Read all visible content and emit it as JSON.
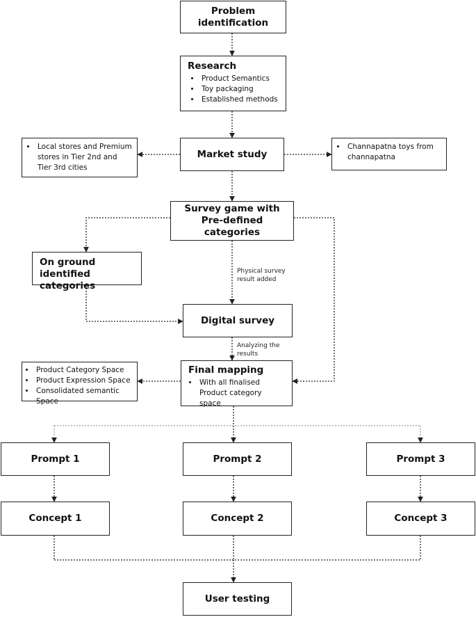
{
  "nodes": {
    "problem": "Problem identification",
    "research": {
      "title": "Research",
      "items": [
        "Product Semantics",
        "Toy packaging",
        "Established methods"
      ]
    },
    "market_study": "Market study",
    "local_stores_note": [
      "Local stores and Premium stores in Tier 2nd and Tier 3rd cities"
    ],
    "channapatna_note": [
      "Channapatna toys from channapatna"
    ],
    "survey_game": "Survey game with Pre-defined categories",
    "on_ground": "On ground identified categories",
    "digital_survey": "Digital survey",
    "final_mapping": {
      "title": "Final mapping",
      "items": [
        "With all finalised Product category space"
      ]
    },
    "spaces_note": [
      "Product Category Space",
      "Product Expression Space",
      "Consolidated semantic Space"
    ],
    "prompts": [
      "Prompt 1",
      "Prompt 2",
      "Prompt 3"
    ],
    "concepts": [
      "Concept 1",
      "Concept 2",
      "Concept 3"
    ],
    "user_testing": "User testing"
  },
  "edge_labels": {
    "physical_survey": "Physical survey result added",
    "analyzing": "Analyzing the results"
  },
  "colors": {
    "border": "#222222",
    "connector_dark": "#222222",
    "connector_light": "#9a9a9a",
    "background": "#ffffff"
  }
}
